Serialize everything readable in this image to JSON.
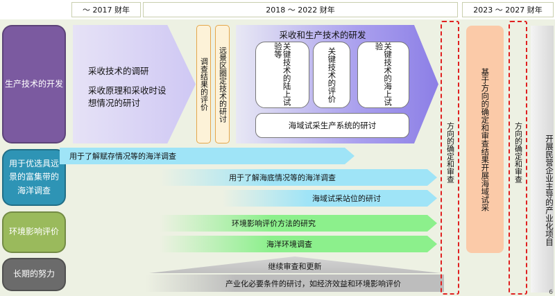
{
  "periods": [
    "～ 2017 财年",
    "2018 ～ 2022 财年",
    "2023 ～ 2027 财年"
  ],
  "categories": [
    "生产技术的开发",
    "用于优选具远景的富集带的海洋调查",
    "环境影响评价",
    "长期的努力"
  ],
  "research_phase": {
    "line1": "采收技术的调研",
    "line2": "采收原理和采收时设想情况的研讨"
  },
  "orange_boxes": [
    "调查结果的评价",
    "远景区圈定技术的研讨"
  ],
  "rd": {
    "title": "采收和生产技术的研发",
    "boxes": [
      "关键技术的陆上试验等",
      "关键技术的评价",
      "关键技术的海上试验"
    ],
    "system": "海域试采生产系统的研讨"
  },
  "review1": "方向的确定和审查",
  "review2": "方向的确定和审查",
  "trial": "基于方向的确定和审查结果开展海域试采",
  "private": "开展民营企业主导的产业化项目",
  "bands": {
    "ocean1": "用于了解赋存情况等的海洋调查",
    "ocean2": "用于了解海底情况等的海洋调查",
    "ocean3": "海域试采站位的研讨",
    "env1": "环境影响评价方法的研究",
    "env2": "海洋环境调查",
    "long1": "继续审查和更新",
    "long2": "产业化必要条件的研讨，如经济效益和环境影响评价"
  },
  "page_number": "6",
  "colors": {
    "purple": "#7b5aa0",
    "teal": "#2e94b5",
    "green": "#9aba5c",
    "gray": "#6b6b6b",
    "red": "#e02020",
    "peach": "#fbcaa8"
  }
}
